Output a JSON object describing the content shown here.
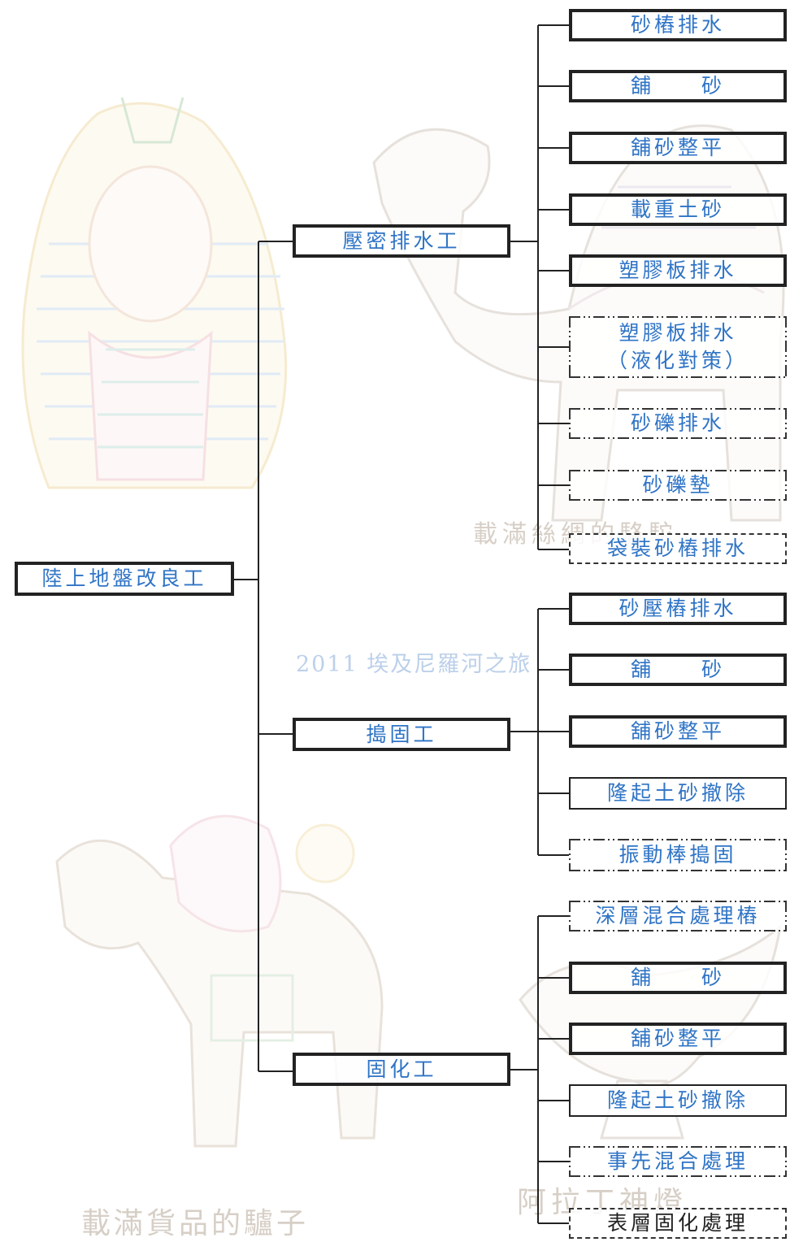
{
  "colors": {
    "node_text": "#2f74c6",
    "line": "#222222",
    "watermark": "#c9c0b6",
    "title_wm": "#bcd0ea"
  },
  "watermarks": {
    "center_title": "2011 埃及尼羅河之旅",
    "camel_caption": "載滿絲綢的駱駝",
    "donkey_caption": "載滿貨品的驢子",
    "lamp_caption": "阿拉丁神燈"
  },
  "root": {
    "label": "陸上地盤改良工"
  },
  "branches": [
    {
      "label": "壓密排水工",
      "children": [
        {
          "label": "砂樁排水",
          "style": "thick"
        },
        {
          "label": "舖　　砂",
          "style": "thick"
        },
        {
          "label": "舖砂整平",
          "style": "thick"
        },
        {
          "label": "載重土砂",
          "style": "thick"
        },
        {
          "label": "塑膠板排水",
          "style": "thick"
        },
        {
          "label": "塑膠板排水",
          "label2": "（液化對策）",
          "style": "dashdot"
        },
        {
          "label": "砂礫排水",
          "style": "dashdot"
        },
        {
          "label": "砂礫墊",
          "style": "dashdot"
        },
        {
          "label": "袋裝砂樁排水",
          "style": "dashed"
        }
      ]
    },
    {
      "label": "搗固工",
      "children": [
        {
          "label": "砂壓樁排水",
          "style": "thick"
        },
        {
          "label": "舖　　砂",
          "style": "thick"
        },
        {
          "label": "舖砂整平",
          "style": "thick"
        },
        {
          "label": "隆起土砂撤除",
          "style": "thin"
        },
        {
          "label": "振動棒搗固",
          "style": "dashdot"
        }
      ]
    },
    {
      "label": "固化工",
      "children": [
        {
          "label": "深層混合處理樁",
          "style": "dashdot"
        },
        {
          "label": "舖　　砂",
          "style": "thick"
        },
        {
          "label": "舖砂整平",
          "style": "thick"
        },
        {
          "label": "隆起土砂撤除",
          "style": "thin"
        },
        {
          "label": "事先混合處理",
          "style": "dashdot"
        },
        {
          "label": "表層固化處理",
          "style": "dashed",
          "text_color": "black"
        }
      ]
    }
  ]
}
